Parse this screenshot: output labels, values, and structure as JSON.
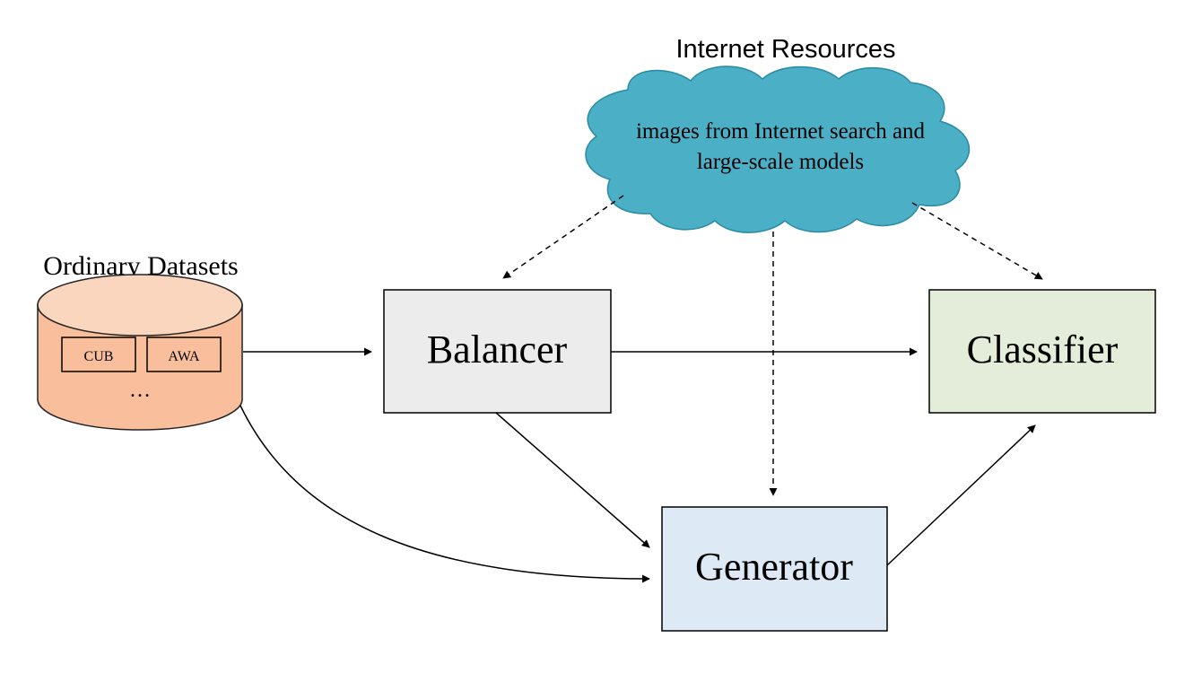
{
  "cloud": {
    "title": "Internet Resources",
    "line1": "images from Internet search and",
    "line2": "large-scale models",
    "color": "#4bafc6"
  },
  "datasets": {
    "title": "Ordinary Datasets",
    "item1": "CUB",
    "item2": "AWA",
    "ellipsis": "…",
    "fill": "#f9be9c",
    "top_fill": "#fbd6bf"
  },
  "balancer": {
    "label": "Balancer",
    "fill": "#ececec"
  },
  "classifier": {
    "label": "Classifier",
    "fill": "#e3edd9"
  },
  "generator": {
    "label": "Generator",
    "fill": "#dde9f4"
  }
}
